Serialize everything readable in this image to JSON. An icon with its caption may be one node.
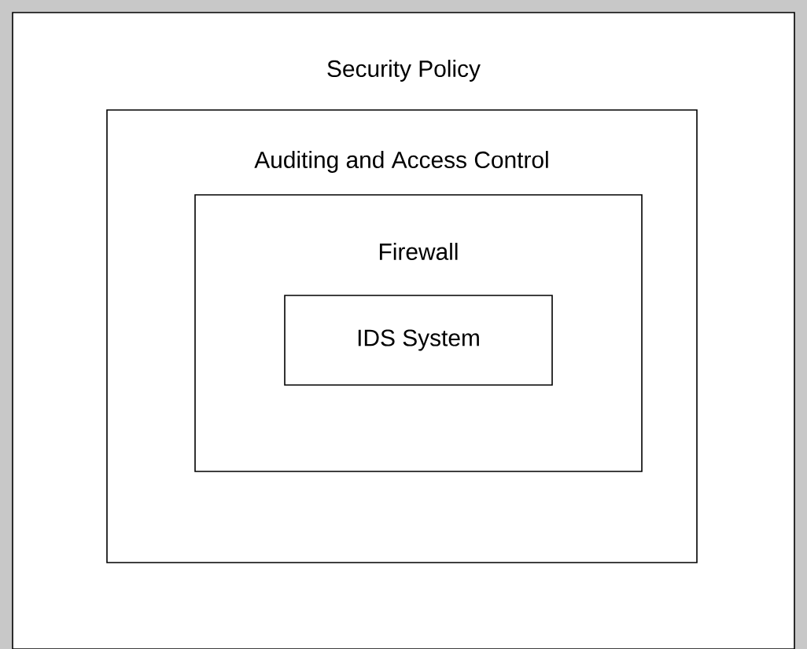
{
  "diagram": {
    "nodes": [
      {
        "text": [
          "Security Policy"
        ]
      },
      {
        "text": [
          "Auditing and Access Control"
        ],
        "in": 0
      },
      {
        "text": [
          "Firewall"
        ],
        "in": 1
      },
      {
        "text": [
          "IDS System"
        ],
        "in": 2
      }
    ]
  }
}
